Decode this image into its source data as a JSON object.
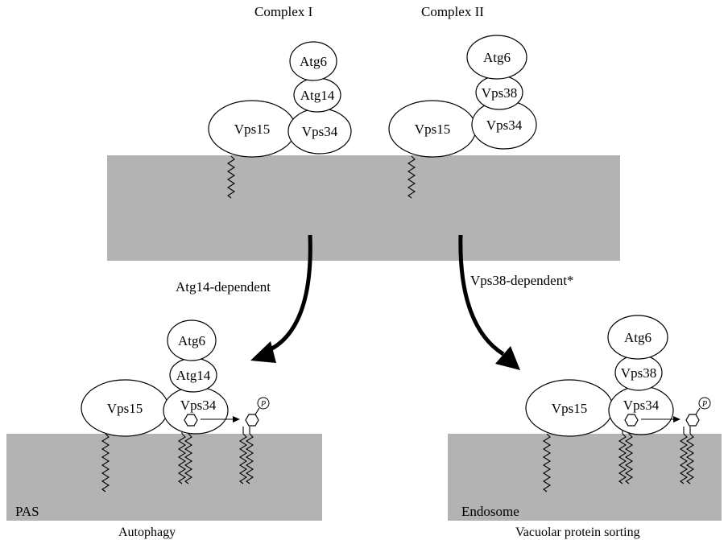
{
  "complexes": {
    "complex1_title": "Complex I",
    "complex2_title": "Complex II"
  },
  "proteins": {
    "atg6": "Atg6",
    "atg14": "Atg14",
    "vps15": "Vps15",
    "vps34": "Vps34",
    "vps38": "Vps38"
  },
  "arrows": {
    "left_label": "Atg14-dependent",
    "right_label": "Vps38-dependent*"
  },
  "membranes": {
    "left_name": "PAS",
    "right_name": "Endosome"
  },
  "captions": {
    "left": "Autophagy",
    "right": "Vacuolar protein sorting"
  },
  "phosphate_symbol": "P",
  "colors": {
    "membrane": "#b3b3b3",
    "outline": "#000000",
    "arrow": "#000000"
  }
}
